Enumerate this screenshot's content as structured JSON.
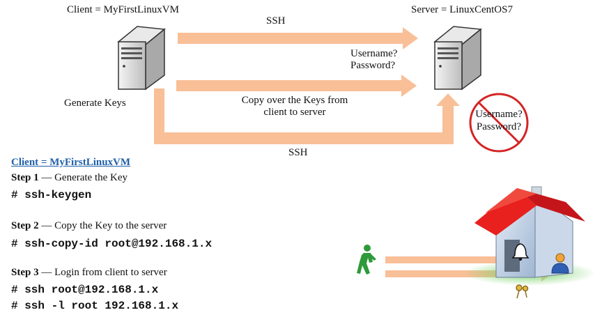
{
  "diagram": {
    "client_title": "Client = MyFirstLinuxVM",
    "server_title": "Server = LinuxCentOS7",
    "generate_keys": "Generate Keys",
    "ssh_top": "SSH",
    "ssh_bottom": "SSH",
    "credentials_line1": "Username?",
    "credentials_line2": "Password?",
    "copy_keys_line1": "Copy over the Keys from",
    "copy_keys_line2": "client to server",
    "crossed_line1": "Username?",
    "crossed_line2": "Password?"
  },
  "instructions": {
    "heading": "Client = MyFirstLinuxVM",
    "steps": [
      {
        "label": "Step 1",
        "text": "Generate the Key",
        "commands": [
          "# ssh-keygen"
        ]
      },
      {
        "label": "Step 2",
        "text": "Copy the Key to the server",
        "commands": [
          "# ssh-copy-id root@192.168.1.x"
        ]
      },
      {
        "label": "Step 3",
        "text": "Login from client to server",
        "commands": [
          "# ssh root@192.168.1.x",
          "# ssh -l root 192.168.1.x"
        ]
      }
    ],
    "dash": " — "
  },
  "colors": {
    "arrow": "#f9bf97",
    "prohibition": "#d42424",
    "roof": "#e8201e",
    "walker": "#2e9a3a",
    "heading": "#1f5fa8"
  },
  "icons": [
    "client-server-icon",
    "server-icon",
    "prohibition-icon",
    "walking-person-icon",
    "house-icon",
    "bell-icon",
    "user-avatar-icon",
    "keys-icon"
  ]
}
